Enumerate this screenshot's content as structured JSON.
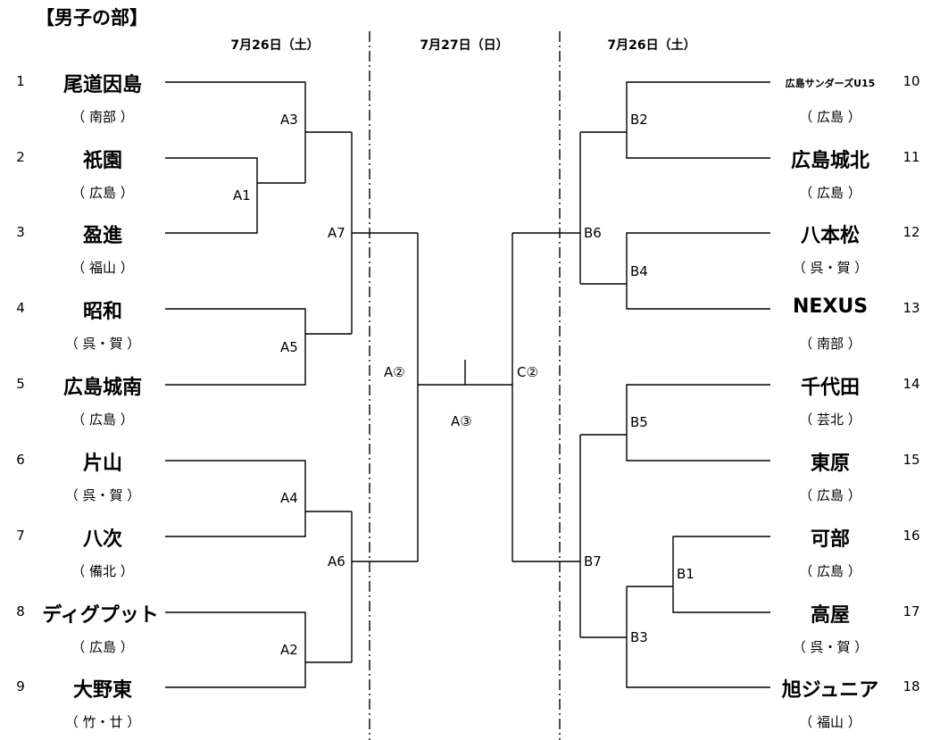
{
  "title": "【男子の部】",
  "dates": {
    "left": "7月26日（土）",
    "center": "7月27日（日）",
    "right": "7月26日（土）"
  },
  "left_teams": [
    {
      "num": "1",
      "name": "尾道因島",
      "region": "（ 南部 ）"
    },
    {
      "num": "2",
      "name": "祇園",
      "region": "（ 広島 ）"
    },
    {
      "num": "3",
      "name": "盈進",
      "region": "（ 福山 ）"
    },
    {
      "num": "4",
      "name": "昭和",
      "region": "（ 呉・賀 ）"
    },
    {
      "num": "5",
      "name": "広島城南",
      "region": "（ 広島 ）"
    },
    {
      "num": "6",
      "name": "片山",
      "region": "（ 呉・賀 ）"
    },
    {
      "num": "7",
      "name": "八次",
      "region": "（ 備北 ）"
    },
    {
      "num": "8",
      "name": "ディグプット",
      "region": "（ 広島 ）"
    },
    {
      "num": "9",
      "name": "大野東",
      "region": "（ 竹・廿 ）"
    }
  ],
  "right_teams": [
    {
      "num": "10",
      "name": "広島サンダーズU15",
      "region": "（ 広島 ）"
    },
    {
      "num": "11",
      "name": "広島城北",
      "region": "（ 広島 ）"
    },
    {
      "num": "12",
      "name": "八本松",
      "region": "（ 呉・賀 ）"
    },
    {
      "num": "13",
      "name": "NEXUS",
      "region": "（ 南部 ）"
    },
    {
      "num": "14",
      "name": "千代田",
      "region": "（ 芸北 ）"
    },
    {
      "num": "15",
      "name": "東原",
      "region": "（ 広島 ）"
    },
    {
      "num": "16",
      "name": "可部",
      "region": "（ 広島 ）"
    },
    {
      "num": "17",
      "name": "高屋",
      "region": "（ 呉・賀 ）"
    },
    {
      "num": "18",
      "name": "旭ジュニア",
      "region": "（ 福山 ）"
    }
  ],
  "match_labels": {
    "A1": "A1",
    "A2": "A2",
    "A3": "A3",
    "A4": "A4",
    "A5": "A5",
    "A6": "A6",
    "A7": "A7",
    "B1": "B1",
    "B2": "B2",
    "B3": "B3",
    "B4": "B4",
    "B5": "B5",
    "B6": "B6",
    "B7": "B7",
    "A_semi": "A②",
    "C_semi": "C②",
    "final": "A③"
  }
}
